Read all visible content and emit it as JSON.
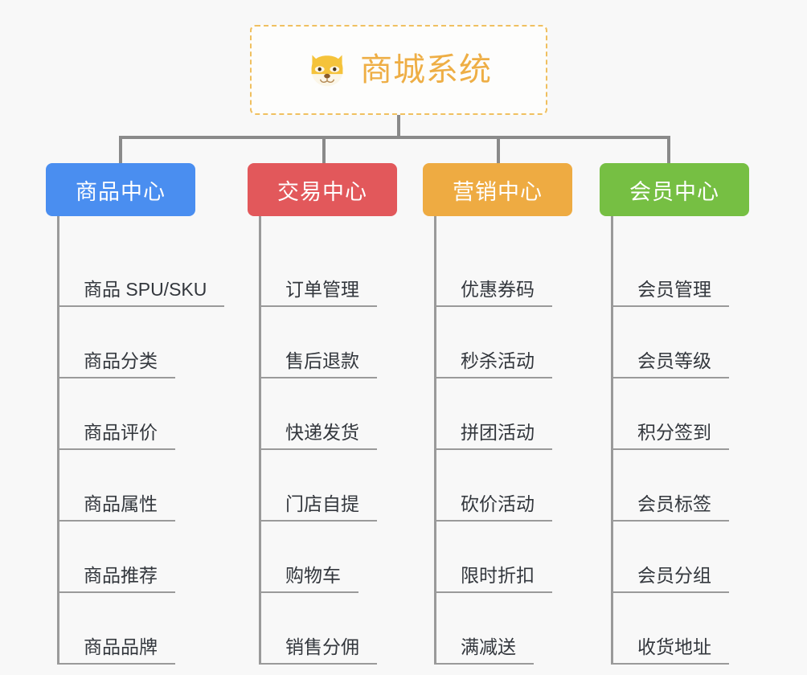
{
  "diagram": {
    "type": "mind-map",
    "background_color": "#f8f8f8",
    "root": {
      "title": "商城系统",
      "icon": "shiba-dog-face-icon",
      "text_color": "#eeae45",
      "border_color": "#f0c060",
      "background_color": "#fdfdfc"
    },
    "connector_color": "#8a8a8a",
    "leaf_line_color": "#9a9a9a",
    "leaf_text_color": "#33373d",
    "branches": [
      {
        "label": "商品中心",
        "color": "#4a8ef0",
        "items": [
          "商品 SPU/SKU",
          "商品分类",
          "商品评价",
          "商品属性",
          "商品推荐",
          "商品品牌"
        ]
      },
      {
        "label": "交易中心",
        "color": "#e2585b",
        "items": [
          "订单管理",
          "售后退款",
          "快递发货",
          "门店自提",
          "购物车",
          "销售分佣"
        ]
      },
      {
        "label": "营销中心",
        "color": "#eeab42",
        "items": [
          "优惠券码",
          "秒杀活动",
          "拼团活动",
          "砍价活动",
          "限时折扣",
          "满减送"
        ]
      },
      {
        "label": "会员中心",
        "color": "#76bf43",
        "items": [
          "会员管理",
          "会员等级",
          "积分签到",
          "会员标签",
          "会员分组",
          "收货地址"
        ]
      }
    ]
  }
}
